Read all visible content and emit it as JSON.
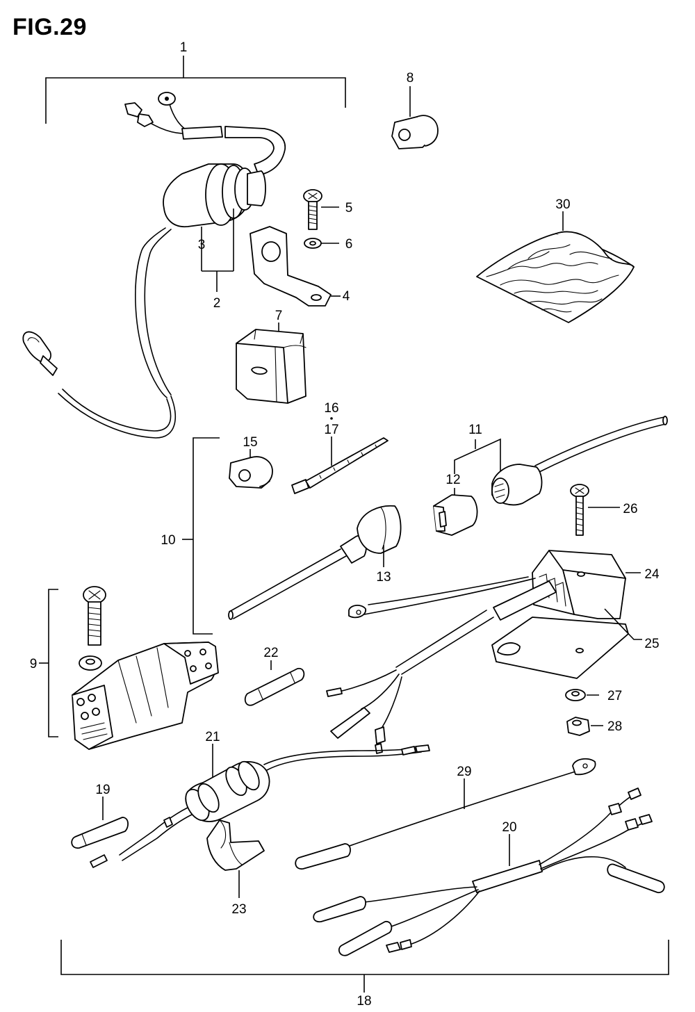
{
  "figure": {
    "title": "FIG.29"
  },
  "callouts": {
    "c1": "1",
    "c2": "2",
    "c3": "3",
    "c4": "4",
    "c5": "5",
    "c6": "6",
    "c7": "7",
    "c8": "8",
    "c9": "9",
    "c10": "10",
    "c11": "11",
    "c12": "12",
    "c13": "13",
    "c15": "15",
    "c16": "16",
    "c17": "17",
    "c18": "18",
    "c19": "19",
    "c20": "20",
    "c21": "21",
    "c22": "22",
    "c23": "23",
    "c24": "24",
    "c25": "25",
    "c26": "26",
    "c27": "27",
    "c28": "28",
    "c29": "29",
    "c30": "30"
  },
  "icons": {
    "part1": "kill-switch-assembly-icon",
    "part4": "bracket-icon",
    "part5": "screw-icon",
    "part6": "washer-icon",
    "part7": "rubber-cover-icon",
    "part8": "clamp-icon",
    "part9": "connector-housing-icon",
    "part11": "connector-icon",
    "part12": "cap-icon",
    "part13": "wire-lead-icon",
    "part15": "clamp-icon",
    "part17": "cable-tie-icon",
    "part19": "sleeve-icon",
    "part20": "wire-harness-icon",
    "part21": "switch-icon",
    "part22": "fuse-icon",
    "part23": "clip-icon",
    "part24": "rectifier-icon",
    "part25": "plate-icon",
    "part26": "screw-icon",
    "part27": "washer-icon",
    "part28": "nut-icon",
    "part29": "lead-wire-icon",
    "part30": "bag-icon"
  }
}
